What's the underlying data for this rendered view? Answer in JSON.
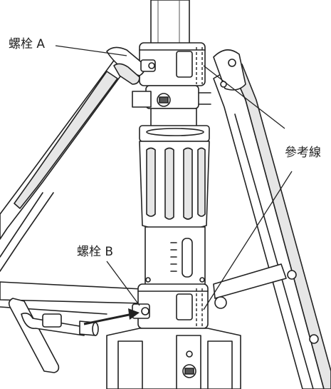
{
  "labels": {
    "bolt_a": "螺栓 A",
    "bolt_b": "螺栓 B",
    "reference_line": "參考線"
  },
  "colors": {
    "stroke": "#222222",
    "fill": "#ffffff",
    "shade": "#e6e6e6",
    "dark": "#555555"
  },
  "icons": [
    "tripod-stand",
    "t-handle-wrench",
    "bolt",
    "clamp-collar",
    "knob-grip"
  ]
}
